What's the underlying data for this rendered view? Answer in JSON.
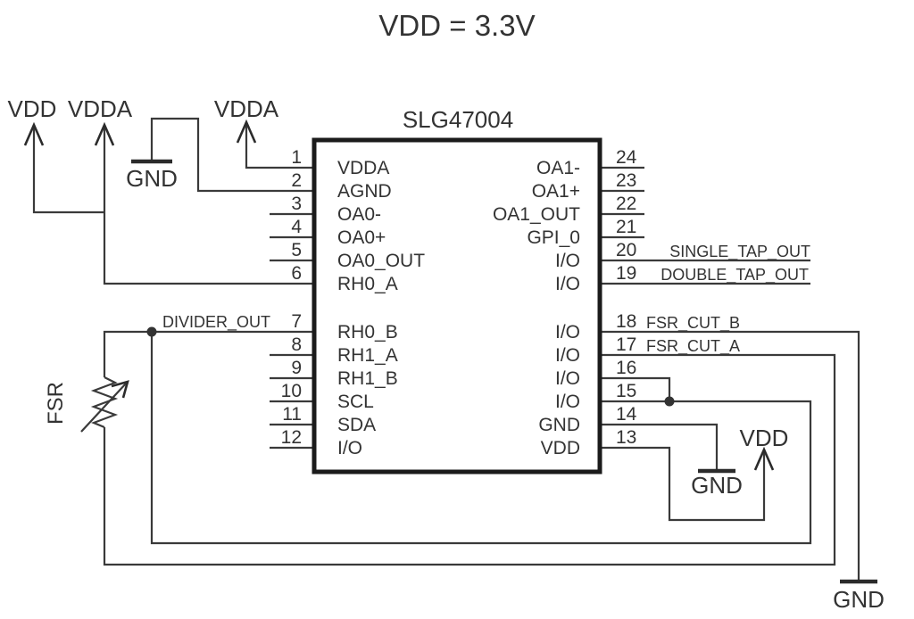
{
  "title": "VDD = 3.3V",
  "chip": {
    "name": "SLG47004",
    "left_pins": [
      {
        "number": "1",
        "label": "VDDA"
      },
      {
        "number": "2",
        "label": "AGND"
      },
      {
        "number": "3",
        "label": "OA0-"
      },
      {
        "number": "4",
        "label": "OA0+"
      },
      {
        "number": "5",
        "label": "OA0_OUT"
      },
      {
        "number": "6",
        "label": "RH0_A"
      },
      {
        "number": "7",
        "label": "RH0_B"
      },
      {
        "number": "8",
        "label": "RH1_A"
      },
      {
        "number": "9",
        "label": "RH1_B"
      },
      {
        "number": "10",
        "label": "SCL"
      },
      {
        "number": "11",
        "label": "SDA"
      },
      {
        "number": "12",
        "label": "I/O"
      }
    ],
    "right_pins": [
      {
        "number": "24",
        "label": "OA1-"
      },
      {
        "number": "23",
        "label": "OA1+"
      },
      {
        "number": "22",
        "label": "OA1_OUT"
      },
      {
        "number": "21",
        "label": "GPI_0"
      },
      {
        "number": "20",
        "label": "I/O"
      },
      {
        "number": "19",
        "label": "I/O"
      },
      {
        "number": "18",
        "label": "I/O"
      },
      {
        "number": "17",
        "label": "I/O"
      },
      {
        "number": "16",
        "label": "I/O"
      },
      {
        "number": "15",
        "label": "I/O"
      },
      {
        "number": "14",
        "label": "GND"
      },
      {
        "number": "13",
        "label": "VDD"
      }
    ]
  },
  "net_labels": {
    "divider_out": "DIVIDER_OUT",
    "single_tap_out": "SINGLE_TAP_OUT",
    "double_tap_out": "DOUBLE_TAP_OUT",
    "fsr_cut_b": "FSR_CUT_B",
    "fsr_cut_a": "FSR_CUT_A"
  },
  "power_labels": {
    "vdd_top_left": "VDD",
    "vdda_top_left": "VDDA",
    "gnd_top": "GND",
    "vdda_pin1": "VDDA",
    "gnd_pin14": "GND",
    "vdd_pin13": "VDD",
    "gnd_bottom_right": "GND"
  },
  "component_labels": {
    "fsr": "FSR"
  },
  "colors": {
    "background": "#ffffff",
    "wire": "#3a3a3a",
    "chip_border": "#1b1b1b",
    "text": "#333333"
  }
}
